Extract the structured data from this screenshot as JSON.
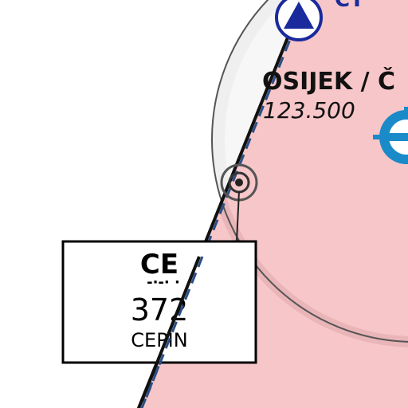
{
  "map": {
    "airspace_fill": "#f6c6c8",
    "atz_fill": "#eeeeee",
    "boundary_dash_color": "#2a4f86"
  },
  "top_marker": {
    "icon": "airport-triangle-icon",
    "label": "CT",
    "color": "#1a2a9c"
  },
  "airspace": {
    "name": "OSIJEK / Č",
    "frequency": "123.500"
  },
  "airport": {
    "icon": "airport-symbol-icon",
    "color": "#1a8ac9"
  },
  "ndb": {
    "icon": "ndb-icon",
    "ident": "CE",
    "morse": "-·-· ·",
    "frequency": "372",
    "name": "CEPIN"
  }
}
